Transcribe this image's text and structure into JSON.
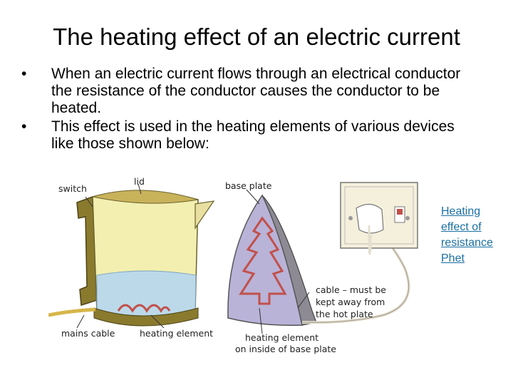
{
  "title": "The heating effect of an electric current",
  "bullets": [
    {
      "text": "When an electric current flows through an electrical conductor the resistance of the conductor causes the conductor to be heated."
    },
    {
      "text": "This effect is used in the heating elements of various devices like those shown below:"
    }
  ],
  "figure": {
    "labels": {
      "switch": "switch",
      "lid": "lid",
      "mains_cable": "mains cable",
      "heating_element": "heating element",
      "base_plate": "base plate",
      "cable_line1": "cable – must be",
      "cable_line2": "kept away from",
      "cable_line3": "the hot plate",
      "iron_element_line1": "heating element",
      "iron_element_line2": "on inside of base plate"
    }
  },
  "link": {
    "line1": "Heating",
    "line2": "effect of",
    "line3": "resistance",
    "line4": "Phet"
  },
  "colors": {
    "link": "#1a6fa3",
    "kettle_body": "#f3efb0",
    "water": "#bcd9ea",
    "element": "#c2504a",
    "iron_plate": "#b9b3d8"
  },
  "icons": [
    "bullet-dot"
  ]
}
